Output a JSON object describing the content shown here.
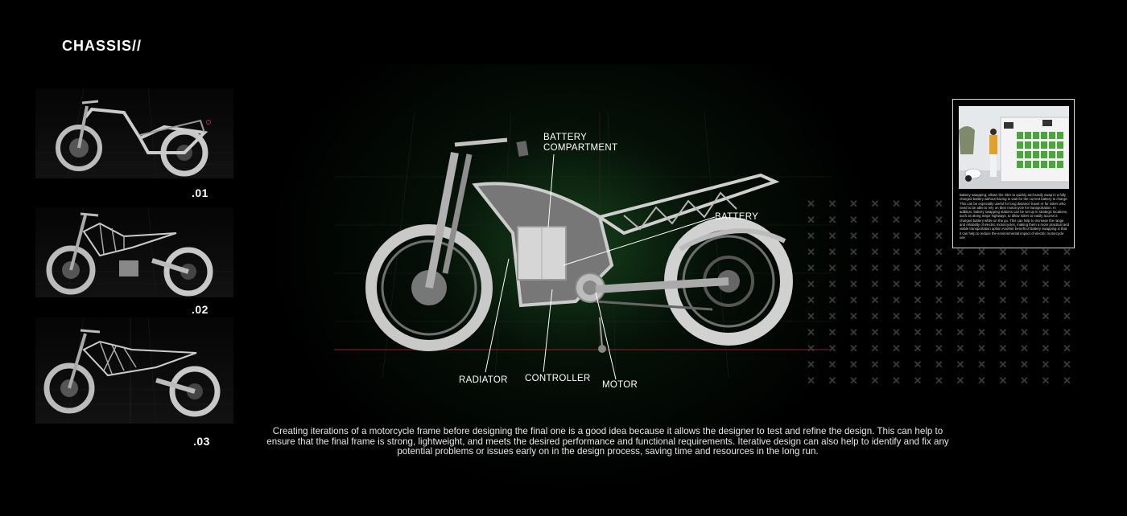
{
  "page": {
    "title": "CHASSIS//",
    "accent_color": "#2e8b3e",
    "background_color": "#000000"
  },
  "iterations": [
    {
      "label": ".01"
    },
    {
      "label": ".02"
    },
    {
      "label": ".03"
    }
  ],
  "callouts": {
    "battery_compartment": "BATTERY\nCOMPARTMENT",
    "battery": "BATTERY",
    "radiator": "RADIATOR",
    "controller": "CONTROLLER",
    "motor": "MOTOR"
  },
  "info_card": {
    "text": "Battery swapping, allows the rider to quickly and easily swap in a fully charged battery without having to wait for the current battery to charge. This can be especially useful for long distance travel or for riders who need to be able to rely on their motorcycle for transportation. In addition, battery swapping stations can be set up in strategic locations, such as along major highways, to allow riders to easily access a charged battery while on the go. This can help to increase the range and reliability of electric motorcycles, making them a more practical and viable transportation option.Another benefit of battery swapping is that it can help to reduce the environmental impact of electric motorcycle use"
  },
  "description": "Creating iterations of a motorcycle frame before designing the final one is a good idea because it allows the designer to test and refine the design. This can help to ensure that the final frame is strong, lightweight, and meets the desired performance and functional requirements. Iterative design can also help to identify and fix any potential problems or issues early on in the design process, saving time and resources in the long run."
}
